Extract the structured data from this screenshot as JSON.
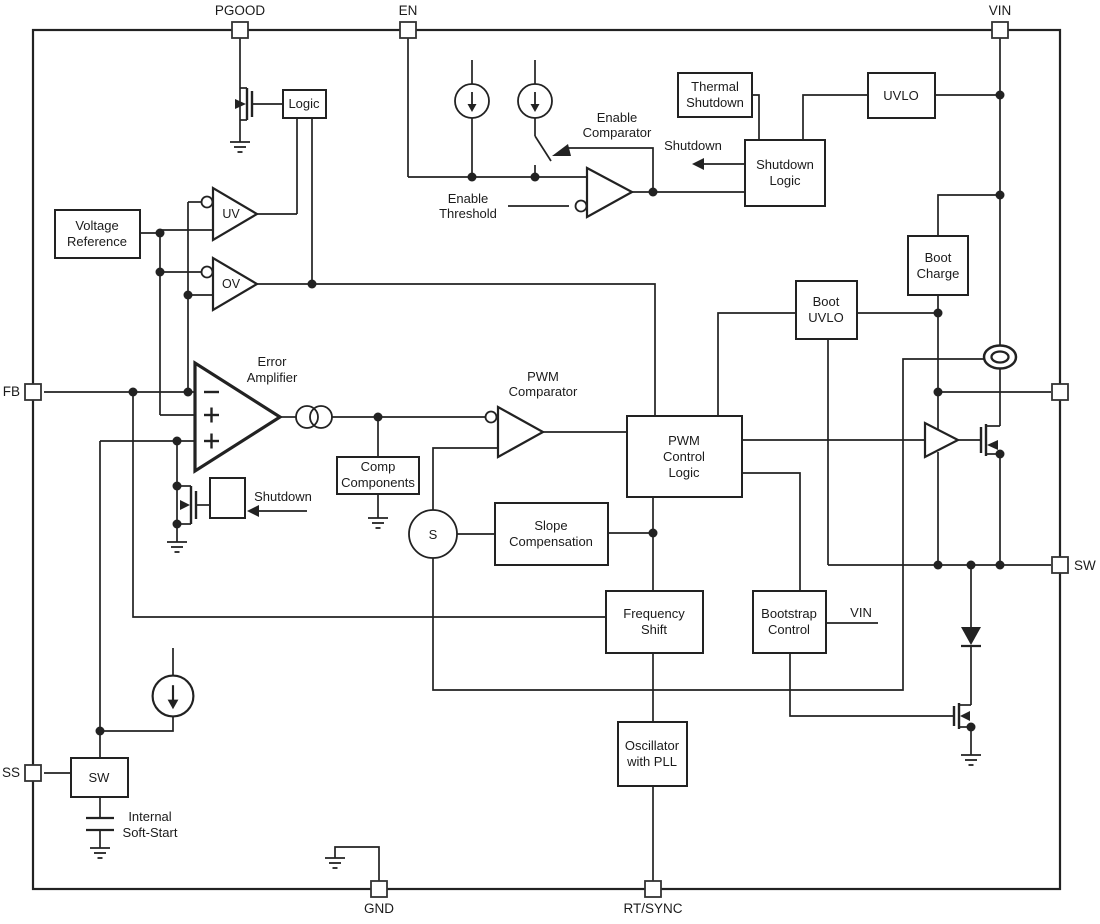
{
  "pins": {
    "pgood": "PGOOD",
    "en": "EN",
    "vin": "VIN",
    "fb": "FB",
    "ss": "SS",
    "sw": "SW",
    "gnd": "GND",
    "rt_sync": "RT/SYNC"
  },
  "blocks": {
    "logic": [
      "Logic"
    ],
    "voltage_reference": [
      "Voltage",
      "Reference"
    ],
    "thermal_shutdown": [
      "Thermal",
      "Shutdown"
    ],
    "uvlo": [
      "UVLO"
    ],
    "shutdown_logic": [
      "Shutdown",
      "Logic"
    ],
    "boot_charge": [
      "Boot",
      "Charge"
    ],
    "boot_uvlo": [
      "Boot",
      "UVLO"
    ],
    "comp_components": [
      "Comp",
      "Components"
    ],
    "slope_compensation": [
      "Slope",
      "Compensation"
    ],
    "pwm_control_logic": [
      "PWM",
      "Control",
      "Logic"
    ],
    "frequency_shift": [
      "Frequency",
      "Shift"
    ],
    "bootstrap_control": [
      "Bootstrap",
      "Control"
    ],
    "oscillator_with_pll": [
      "Oscillator",
      "with PLL"
    ],
    "soft_start_switch": [
      "SW"
    ]
  },
  "comparators": {
    "uv": "UV",
    "ov": "OV"
  },
  "labels": {
    "enable_comparator": [
      "Enable",
      "Comparator"
    ],
    "enable_threshold": [
      "Enable",
      "Threshold"
    ],
    "shutdown_top": "Shutdown",
    "shutdown_mid": "Shutdown",
    "error_amplifier": [
      "Error",
      "Amplifier"
    ],
    "pwm_comparator": [
      "PWM",
      "Comparator"
    ],
    "bootstrap_vin": "VIN",
    "internal_soft_start": [
      "Internal",
      "Soft-Start"
    ],
    "summing_node": "S"
  },
  "colors": {
    "line": "#222222",
    "background": "#ffffff"
  }
}
